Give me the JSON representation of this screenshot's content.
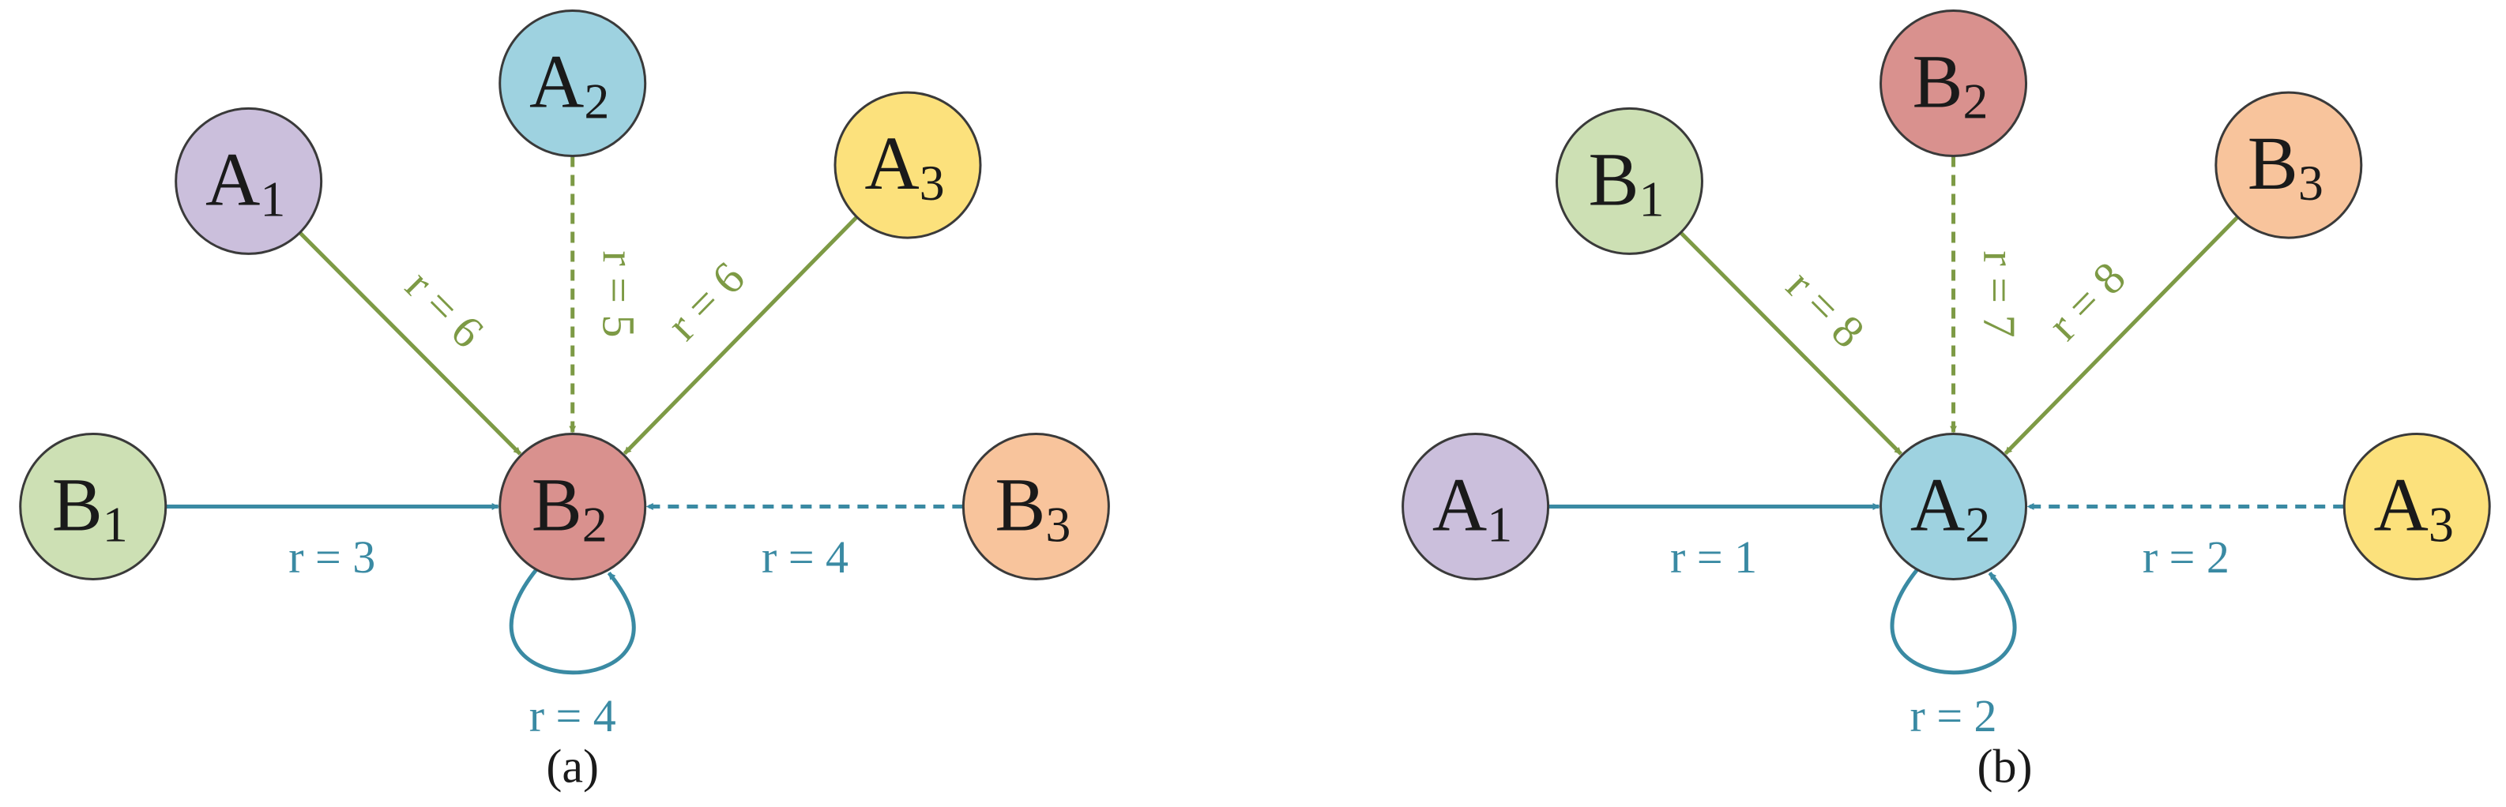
{
  "colors": {
    "green_edge": "#7D9A45",
    "blue_edge": "#3A8AA3",
    "node_stroke": "#3a3a3a",
    "text": "#1a1a1a"
  },
  "panels": [
    {
      "id": "a",
      "caption": "(a)",
      "nodes": [
        {
          "id": "A1",
          "letter": "A",
          "sub": "1",
          "fill": "#CBBFDC"
        },
        {
          "id": "A2",
          "letter": "A",
          "sub": "2",
          "fill": "#9ED2E0"
        },
        {
          "id": "A3",
          "letter": "A",
          "sub": "3",
          "fill": "#FCE17C"
        },
        {
          "id": "B1",
          "letter": "B",
          "sub": "1",
          "fill": "#CDE0B4"
        },
        {
          "id": "B2",
          "letter": "B",
          "sub": "2",
          "fill": "#D9918E"
        },
        {
          "id": "B3",
          "letter": "B",
          "sub": "3",
          "fill": "#F8C49C"
        }
      ],
      "edges": [
        {
          "from": "A1",
          "to": "B2",
          "label": "r = 6",
          "style": "solid",
          "color": "green"
        },
        {
          "from": "A2",
          "to": "B2",
          "label": "r = 5",
          "style": "dashed",
          "color": "green"
        },
        {
          "from": "A3",
          "to": "B2",
          "label": "r = 6",
          "style": "solid",
          "color": "green"
        },
        {
          "from": "B1",
          "to": "B2",
          "label": "r = 3",
          "style": "solid",
          "color": "blue"
        },
        {
          "from": "B3",
          "to": "B2",
          "label": "r = 4",
          "style": "dashed",
          "color": "blue"
        },
        {
          "from": "B2",
          "to": "B2",
          "label": "r = 4",
          "style": "solid",
          "color": "blue"
        }
      ]
    },
    {
      "id": "b",
      "caption": "(b)",
      "nodes": [
        {
          "id": "B1",
          "letter": "B",
          "sub": "1",
          "fill": "#CDE0B4"
        },
        {
          "id": "B2",
          "letter": "B",
          "sub": "2",
          "fill": "#D9918E"
        },
        {
          "id": "B3",
          "letter": "B",
          "sub": "3",
          "fill": "#F8C49C"
        },
        {
          "id": "A1",
          "letter": "A",
          "sub": "1",
          "fill": "#CBBFDC"
        },
        {
          "id": "A2",
          "letter": "A",
          "sub": "2",
          "fill": "#9ED2E0"
        },
        {
          "id": "A3",
          "letter": "A",
          "sub": "3",
          "fill": "#FCE17C"
        }
      ],
      "edges": [
        {
          "from": "B1",
          "to": "A2",
          "label": "r = 8",
          "style": "solid",
          "color": "green"
        },
        {
          "from": "B2",
          "to": "A2",
          "label": "r = 7",
          "style": "dashed",
          "color": "green"
        },
        {
          "from": "B3",
          "to": "A2",
          "label": "r = 8",
          "style": "solid",
          "color": "green"
        },
        {
          "from": "A1",
          "to": "A2",
          "label": "r = 1",
          "style": "solid",
          "color": "blue"
        },
        {
          "from": "A3",
          "to": "A2",
          "label": "r = 2",
          "style": "dashed",
          "color": "blue"
        },
        {
          "from": "A2",
          "to": "A2",
          "label": "r = 2",
          "style": "solid",
          "color": "blue"
        }
      ]
    }
  ]
}
